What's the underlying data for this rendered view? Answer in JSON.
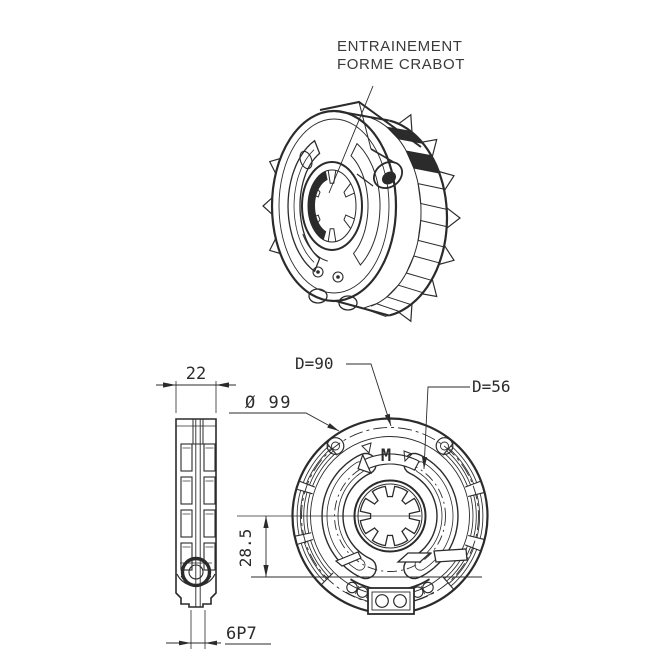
{
  "drawing": {
    "title_line1": "ENTRAINEMENT",
    "title_line2": "FORME CRABOT",
    "front_view": {
      "dim_bolt_circle": "D=90",
      "dim_inner_circle": "D=56",
      "dim_outer_diameter": "Ø 99",
      "dim_offset": "28.5",
      "marking_m": "M"
    },
    "side_view": {
      "dim_width": "22",
      "dim_slot": "6P7"
    },
    "colors": {
      "ink": "#2b2b2b",
      "paper": "#ffffff"
    }
  }
}
